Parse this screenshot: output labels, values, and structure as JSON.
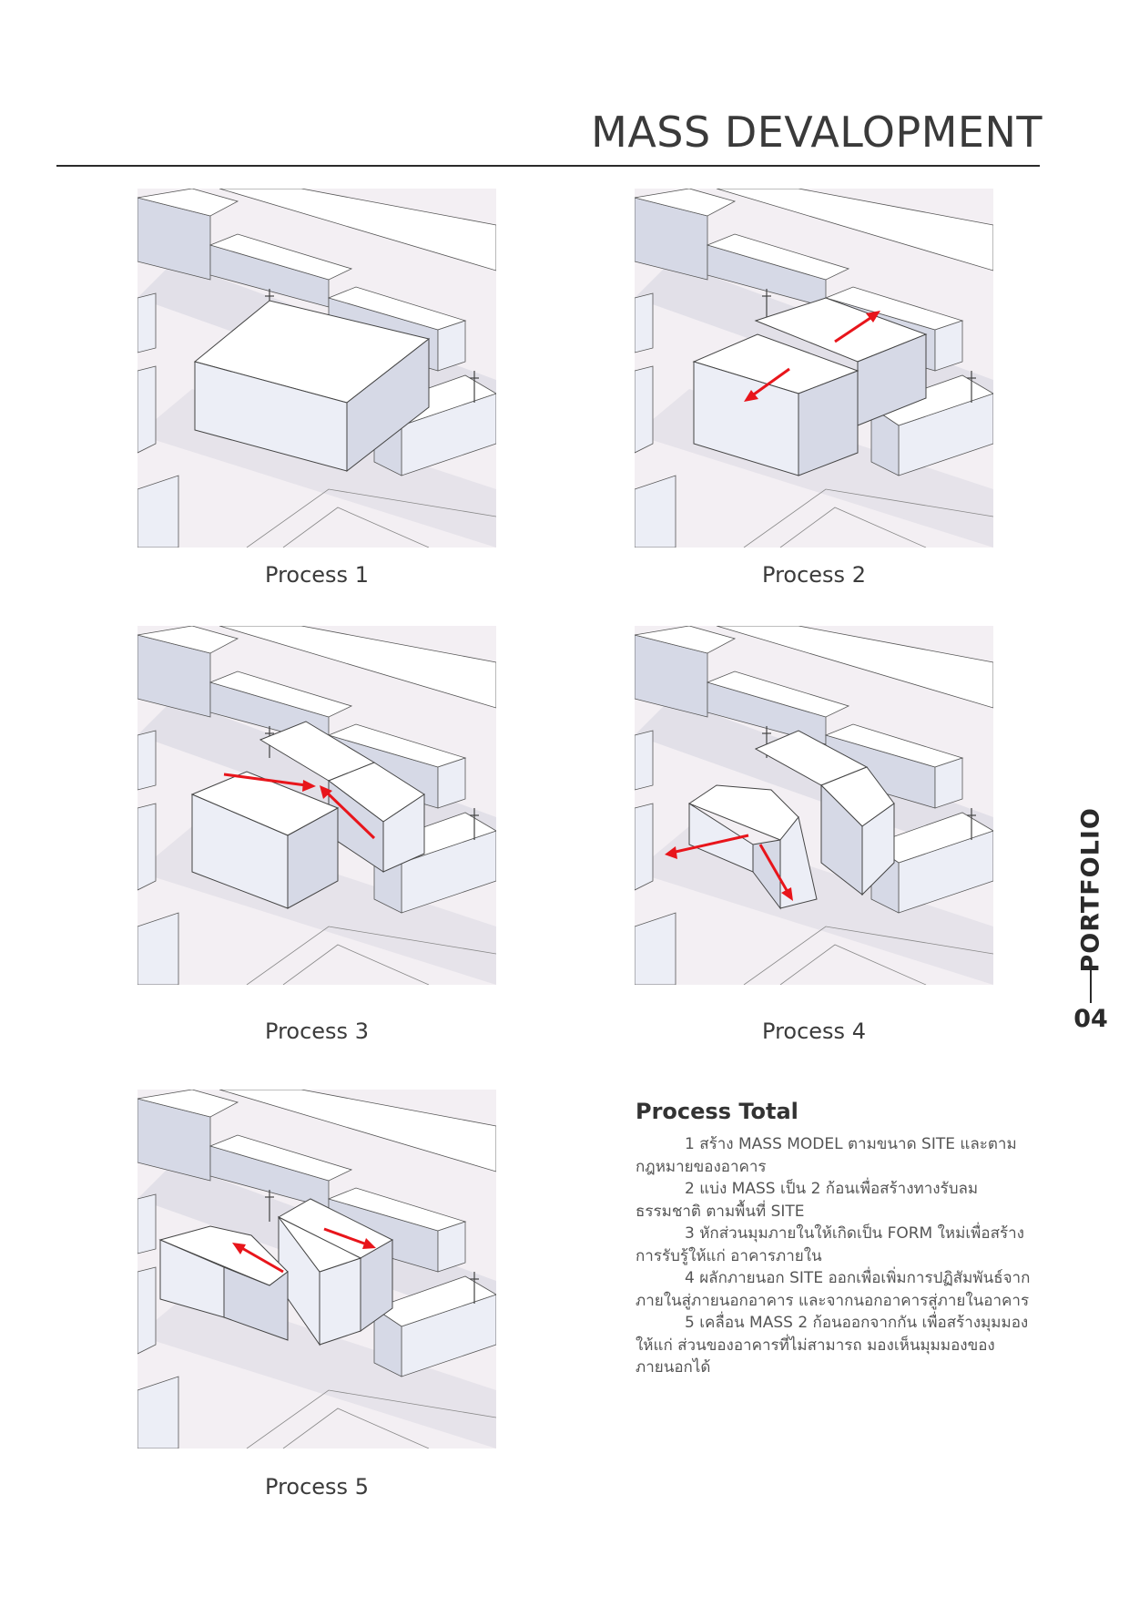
{
  "page": {
    "title": "MASS DEVALOPMENT",
    "side_label": "PORTFOLIO",
    "side_number": "04"
  },
  "panels": [
    {
      "caption": "Process 1"
    },
    {
      "caption": "Process 2"
    },
    {
      "caption": "Process 3"
    },
    {
      "caption": "Process 4"
    },
    {
      "caption": "Process 5"
    }
  ],
  "total": {
    "heading": "Process Total",
    "steps": [
      "1 สร้าง MASS MODEL ตามขนาด SITE และตามกฎหมายของอาคาร",
      "2 แบ่ง MASS เป็น 2 ก้อนเพื่อสร้างทางรับลมธรรมชาติ ตามพื้นที่ SITE",
      "3 หักส่วนมุมภายในให้เกิดเป็น FORM ใหม่เพื่อสร้างการรับรู้ให้แก่ อาคารภายใน",
      "4 ผลักภายนอก SITE ออกเพื่อเพิ่มการปฏิสัมพันธ์จากภายในสู่ภายนอกอาคาร และจากนอกอาคารสู่ภายในอาคาร",
      "5 เคลื่อน MASS 2 ก้อนออกจากกัน เพื่อสร้างมุมมองให้แก่ ส่วนของอาคารที่ไม่สามารถ มองเห็นมุมมองของภายนอกได้"
    ]
  },
  "colors": {
    "arrow": "#e8151b",
    "face_top": "#ffffff",
    "face_light": "#eceef6",
    "face_dark": "#d6d9e6",
    "ground": "#f3eff3",
    "rule": "#2a2a2a"
  }
}
